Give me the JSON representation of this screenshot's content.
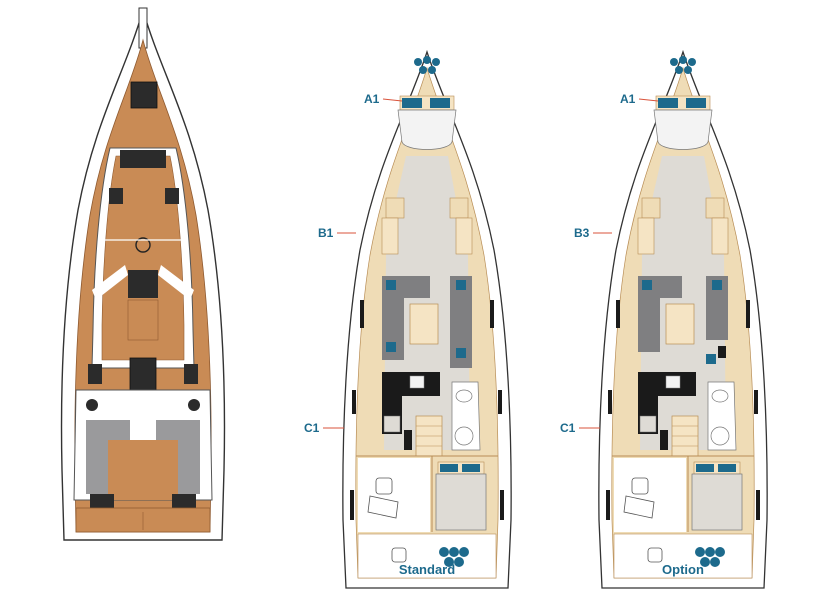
{
  "colors": {
    "teak": "#c98b55",
    "teak_dark": "#a8693a",
    "wood_floor": "#efdcb6",
    "grey_floor": "#dedbd5",
    "accent_blue": "#1d6a8c",
    "cushion_grey": "#7f7f81",
    "galley_black": "#1a1a1a",
    "hull_line": "#333333",
    "leader_line": "#d9533b"
  },
  "plans": [
    {
      "caption": "Standard",
      "labels": {
        "forward": "A1",
        "saloon": "B1",
        "aft": "C1"
      }
    },
    {
      "caption": "Option",
      "labels": {
        "forward": "A1",
        "saloon": "B3",
        "aft": "C1"
      }
    }
  ],
  "icons": [
    "deck-plan-view",
    "cabin-bed",
    "saloon-sofa",
    "galley",
    "head-toilet",
    "companionway-stairs",
    "fenders-locker",
    "life-raft"
  ]
}
